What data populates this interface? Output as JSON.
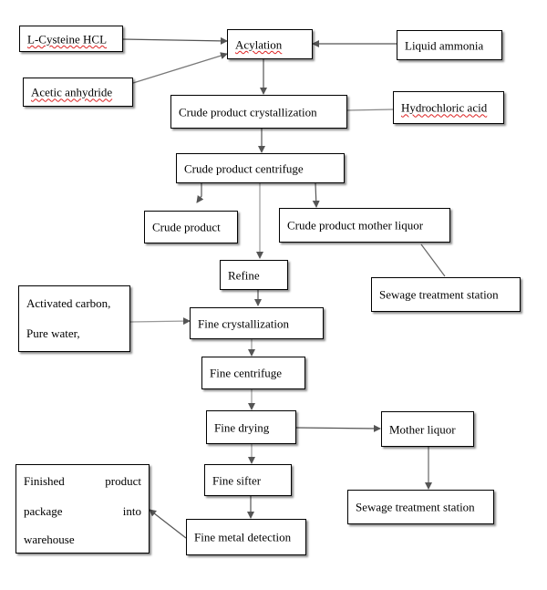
{
  "nodes": {
    "l_cysteine": "L-Cysteine HCL",
    "acylation": "Acylation",
    "liquid_ammonia": "Liquid ammonia",
    "acetic_anhydride": "Acetic anhydride",
    "crude_crystallization": "Crude product crystallization",
    "hydrochloric_acid": "Hydrochloric acid",
    "crude_centrifuge": "Crude product centrifuge",
    "crude_product": "Crude product",
    "crude_mother_liquor": "Crude product mother liquor",
    "refine": "Refine",
    "sewage_station_1": "Sewage treatment station",
    "activated_carbon": {
      "line1": "Activated carbon,",
      "line2": "Pure water,"
    },
    "fine_crystallization": "Fine crystallization",
    "fine_centrifuge": "Fine centrifuge",
    "fine_drying": "Fine drying",
    "mother_liquor": "Mother liquor",
    "fine_sifter": "Fine sifter",
    "sewage_station_2": "Sewage treatment station",
    "finished_product": {
      "line1_a": "Finished",
      "line1_b": "product",
      "line2_a": "package",
      "line2_b": "into",
      "line3": "warehouse"
    },
    "fine_metal_detection": "Fine metal detection"
  },
  "colors": {
    "box_border": "#000000",
    "connector": "#555555",
    "spellcheck_underline": "#d22222"
  }
}
